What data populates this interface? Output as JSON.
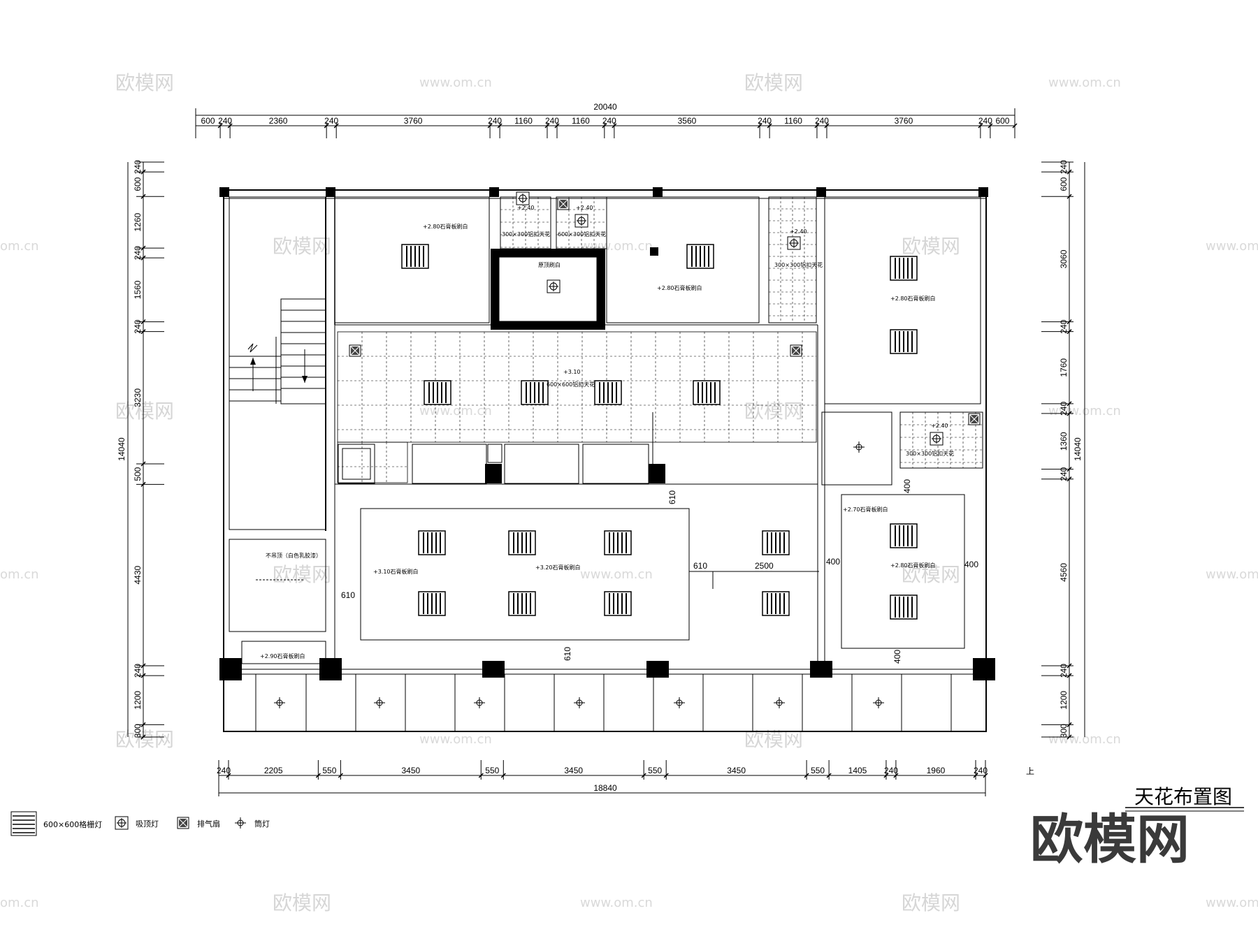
{
  "drawing_title": "天花布置图",
  "brand_mark": "欧模网",
  "watermarks": {
    "logo": "欧模网",
    "url": "www.om.cn",
    "url_partial": "om.cn"
  },
  "dimensions": {
    "top_total": "20040",
    "top_segments": [
      "600",
      "240",
      "2360",
      "240",
      "3760",
      "240",
      "1160",
      "240",
      "1160",
      "240",
      "3560",
      "240",
      "1160",
      "240",
      "3760",
      "240",
      "600"
    ],
    "bottom_total": "18840",
    "bottom_segments": [
      "240",
      "2205",
      "550",
      "3450",
      "550",
      "3450",
      "550",
      "3450",
      "550",
      "1405",
      "240",
      "1960",
      "240"
    ],
    "left_total": "14040",
    "left_segments": [
      "240",
      "600",
      "1260",
      "240",
      "1560",
      "240",
      "3230",
      "500",
      "4430",
      "240",
      "1200",
      "300"
    ],
    "right_total": "14040",
    "right_segments": [
      "240",
      "600",
      "3060",
      "240",
      "1760",
      "240",
      "1360",
      "240",
      "4560",
      "240",
      "1200",
      "300"
    ],
    "inner": [
      "610",
      "610",
      "610",
      "610",
      "2500",
      "400",
      "400",
      "400",
      "400"
    ]
  },
  "room_labels": {
    "r1": "+2.80石膏板刷白",
    "r2": "+2.80石膏板刷白",
    "r3": "+2.80石膏板刷白",
    "core": "原顶刷白",
    "wc1": "+2.40",
    "wc1_note": "300×300铝扣天花",
    "wc2": "+2.40",
    "wc2_note": "600×300铝扣天花",
    "wc3": "+2.40",
    "wc3_note": "300×300铝扣天花",
    "hall": "+3.10",
    "hall_note": "600×600铝扣天花",
    "wc4": "+2.40",
    "wc4_note": "300×300铝扣天花",
    "big_left": "+3.10石膏板刷白",
    "big_center": "+3.20石膏板刷白",
    "right_room_top": "+2.70石膏板刷白",
    "right_room": "+2.80石膏板刷白",
    "stair_box": "不吊顶（白色乳胶漆）",
    "stair_small": "+2.90石膏板刷白"
  },
  "level_marker": "上",
  "legend": [
    {
      "icon": "grille-light-icon",
      "label": "600×600格栅灯"
    },
    {
      "icon": "ceiling-light-icon",
      "label": "吸顶灯"
    },
    {
      "icon": "exhaust-fan-icon",
      "label": "排气扇"
    },
    {
      "icon": "downlight-icon",
      "label": "筒灯"
    }
  ]
}
